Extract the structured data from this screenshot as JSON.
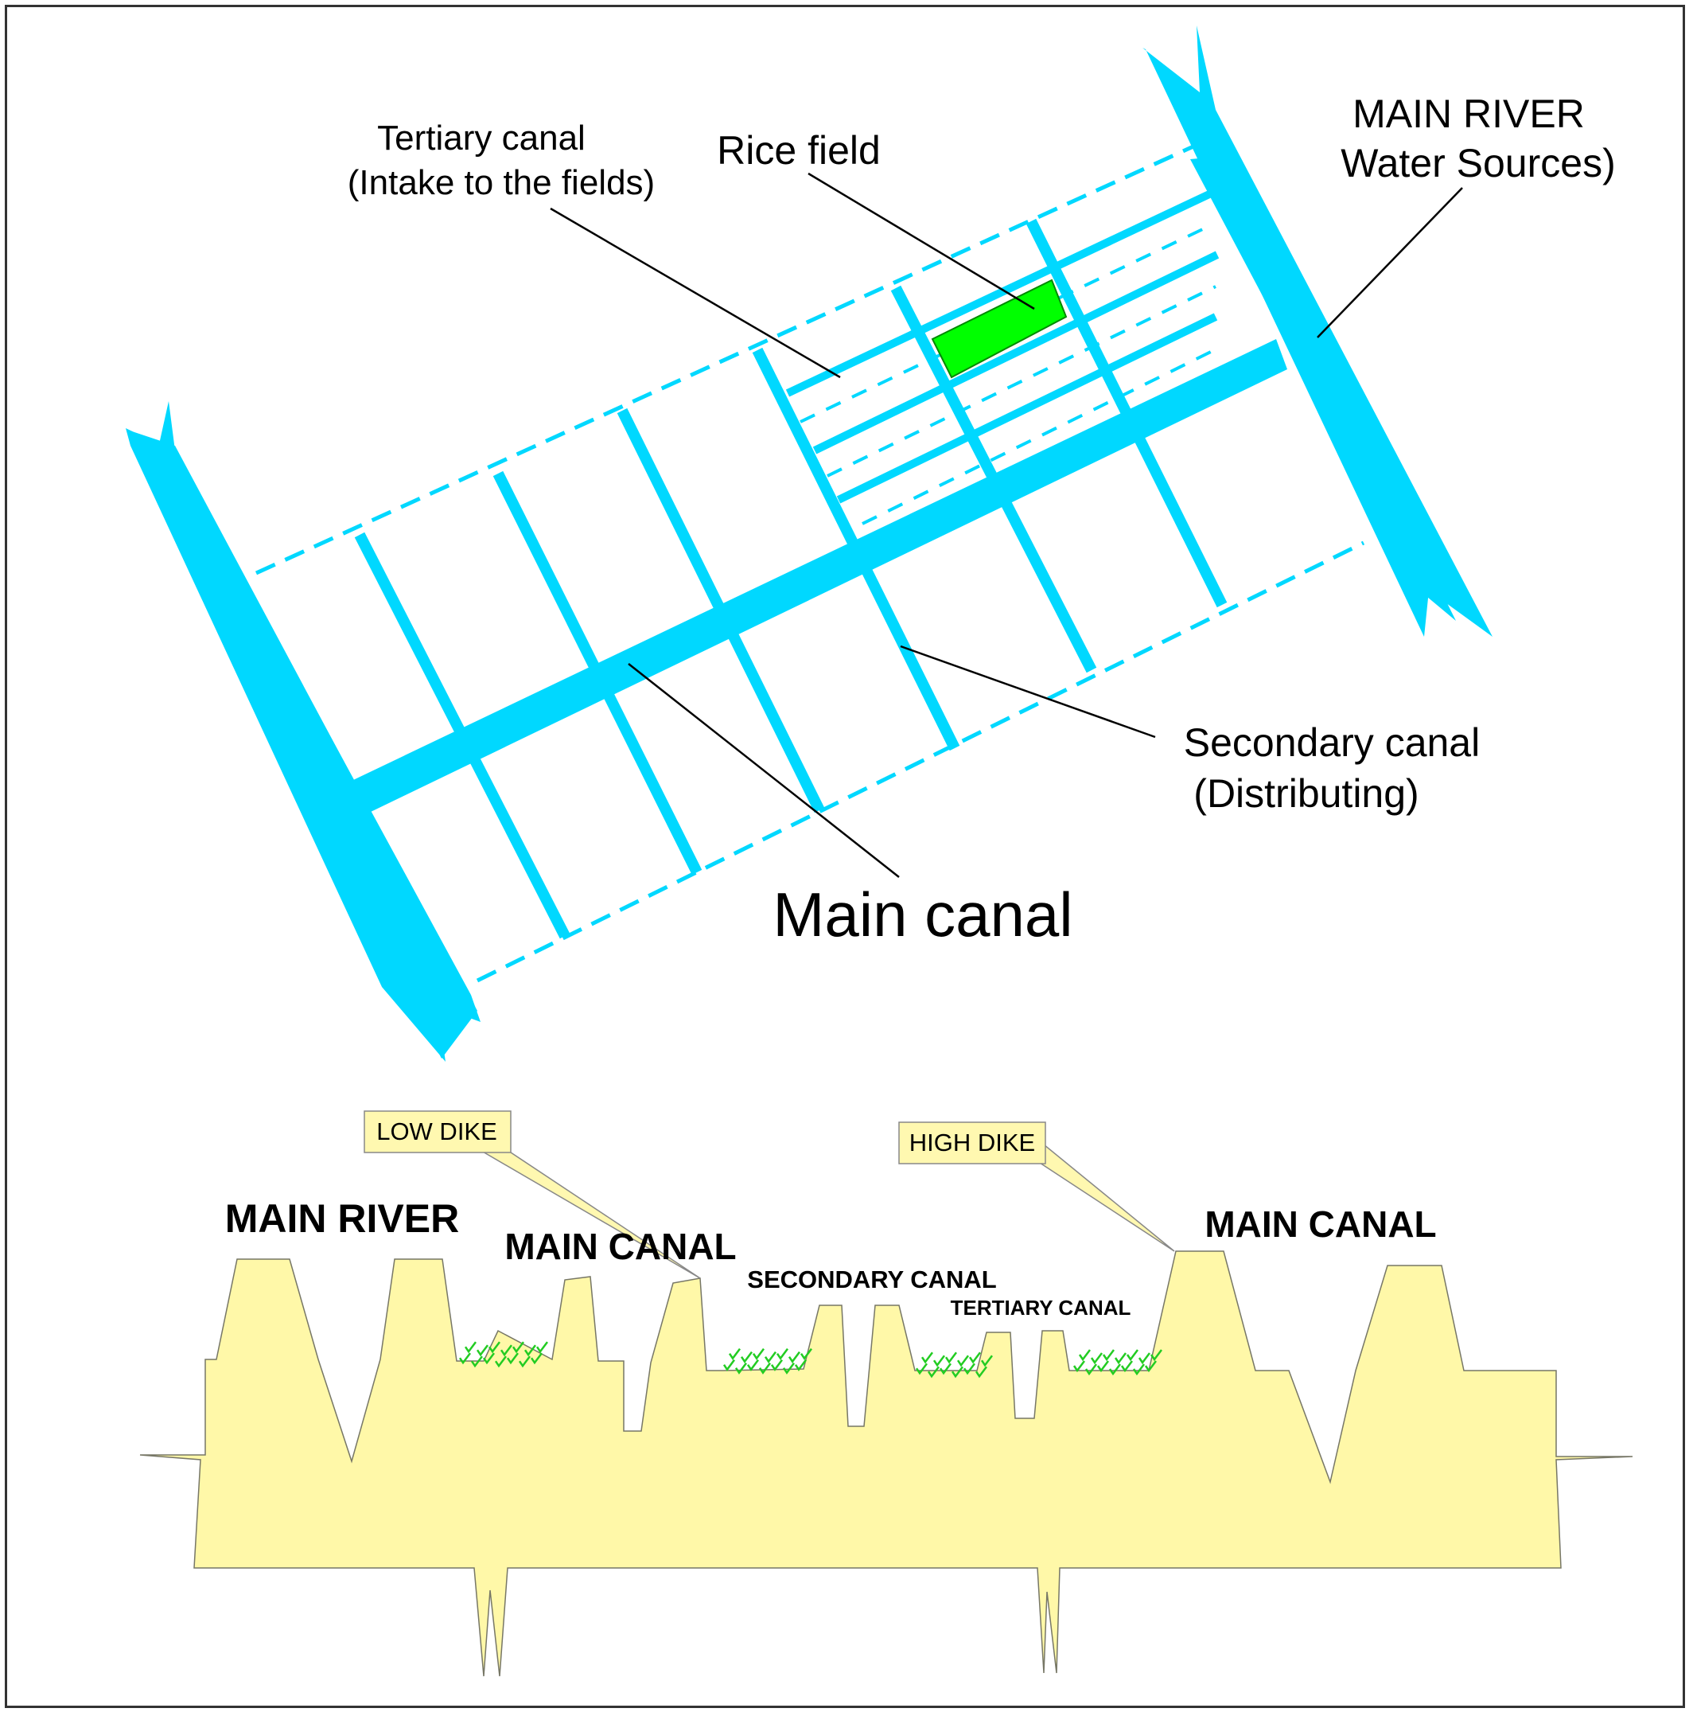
{
  "colors": {
    "water": "#00d8ff",
    "rice": "#00ff00",
    "rice_edge": "#008800",
    "soil": "#fff8a8",
    "soil_edge": "#777766",
    "callout_fill": "#fff8b0",
    "grass": "#22cc22",
    "leader": "#000000"
  },
  "plan": {
    "tertiary_label_line1": "Tertiary canal",
    "tertiary_label_line2": "(Intake to the fields)",
    "rice_label": "Rice field",
    "river_label_line1": "MAIN RIVER",
    "river_label_line2": "Water Sources)",
    "secondary_label_line1": "Secondary canal",
    "secondary_label_line2": "(Distributing)",
    "main_canal_label": "Main canal"
  },
  "section": {
    "low_dike": "LOW DIKE",
    "high_dike": "HIGH DIKE",
    "main_river": "MAIN RIVER",
    "main_canal_left": "MAIN CANAL",
    "secondary_canal": "SECONDARY CANAL",
    "tertiary_canal": "TERTIARY CANAL",
    "main_canal_right": "MAIN CANAL"
  },
  "icons": {
    "grass": "check-mark"
  }
}
